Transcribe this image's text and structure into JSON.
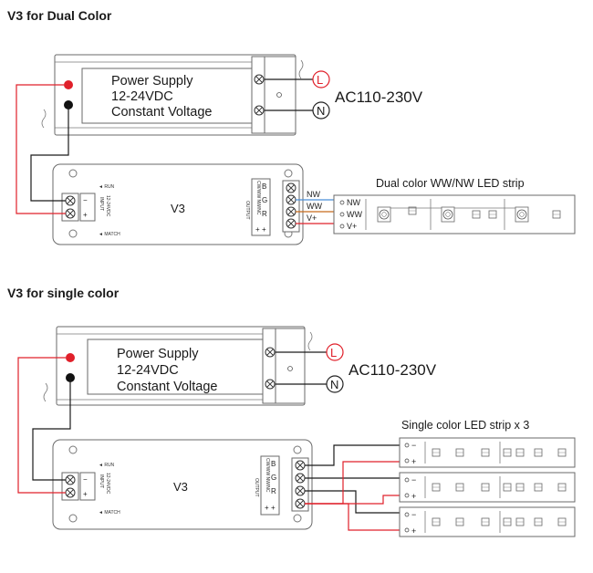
{
  "diagram1": {
    "title": "V3 for Dual Color",
    "power_supply": {
      "line1": "Power Supply",
      "line2": "12-24VDC",
      "line3": "Constant Voltage"
    },
    "ac": {
      "L": "L",
      "N": "N",
      "label": "AC110-230V"
    },
    "controller": {
      "name": "V3",
      "run": "◄ RUN",
      "match": "◄ MATCH",
      "input_l1": "INPUT",
      "input_l2": "12-24VDC",
      "output": "OUTPUT",
      "out_cols": "CW/WW NW/NC",
      "plus": "+",
      "minus": "−",
      "b": "B",
      "g": "G",
      "r": "R"
    },
    "wires": {
      "nw": "NW",
      "ww": "WW",
      "vplus": "V+"
    },
    "strip": {
      "title": "Dual color WW/NW LED strip",
      "nw": "NW",
      "ww": "WW",
      "vplus": "V+"
    }
  },
  "diagram2": {
    "title": "V3 for single color",
    "power_supply": {
      "line1": "Power Supply",
      "line2": "12-24VDC",
      "line3": "Constant Voltage"
    },
    "ac": {
      "L": "L",
      "N": "N",
      "label": "AC110-230V"
    },
    "controller": {
      "name": "V3",
      "run": "◄ RUN",
      "match": "◄ MATCH",
      "input_l1": "INPUT",
      "input_l2": "12-24VDC",
      "output": "OUTPUT",
      "out_cols": "CW/WW NW/NC",
      "plus": "+",
      "minus": "−",
      "b": "B",
      "g": "G",
      "r": "R"
    },
    "strip_title": "Single color LED strip x 3",
    "strips": [
      {
        "minus": "−",
        "plus": "+"
      },
      {
        "minus": "−",
        "plus": "+"
      },
      {
        "minus": "−",
        "plus": "+"
      }
    ]
  }
}
